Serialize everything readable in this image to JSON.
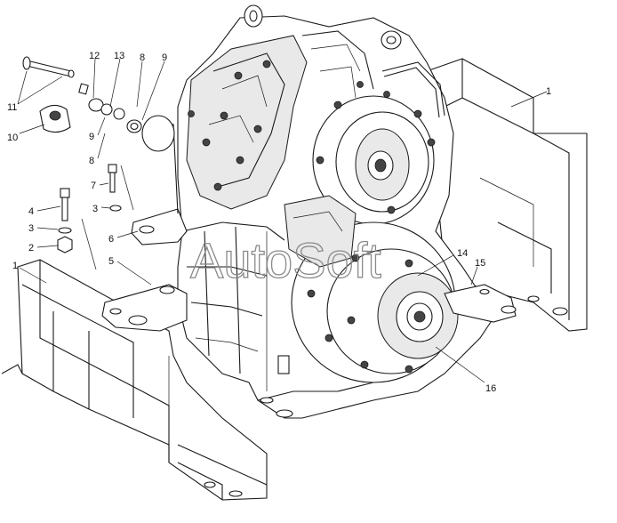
{
  "watermark": "AutoSoft",
  "callouts": [
    {
      "id": "c1a",
      "text": "1"
    },
    {
      "id": "c1b",
      "text": "1"
    },
    {
      "id": "c2",
      "text": "2"
    },
    {
      "id": "c3a",
      "text": "3"
    },
    {
      "id": "c3b",
      "text": "3"
    },
    {
      "id": "c4",
      "text": "4"
    },
    {
      "id": "c5",
      "text": "5"
    },
    {
      "id": "c6",
      "text": "6"
    },
    {
      "id": "c7",
      "text": "7"
    },
    {
      "id": "c8a",
      "text": "8"
    },
    {
      "id": "c8b",
      "text": "8"
    },
    {
      "id": "c9a",
      "text": "9"
    },
    {
      "id": "c9b",
      "text": "9"
    },
    {
      "id": "c10",
      "text": "10"
    },
    {
      "id": "c11",
      "text": "11"
    },
    {
      "id": "c12",
      "text": "12"
    },
    {
      "id": "c13",
      "text": "13"
    },
    {
      "id": "c14",
      "text": "14"
    },
    {
      "id": "c15",
      "text": "15"
    },
    {
      "id": "c16",
      "text": "16"
    }
  ]
}
